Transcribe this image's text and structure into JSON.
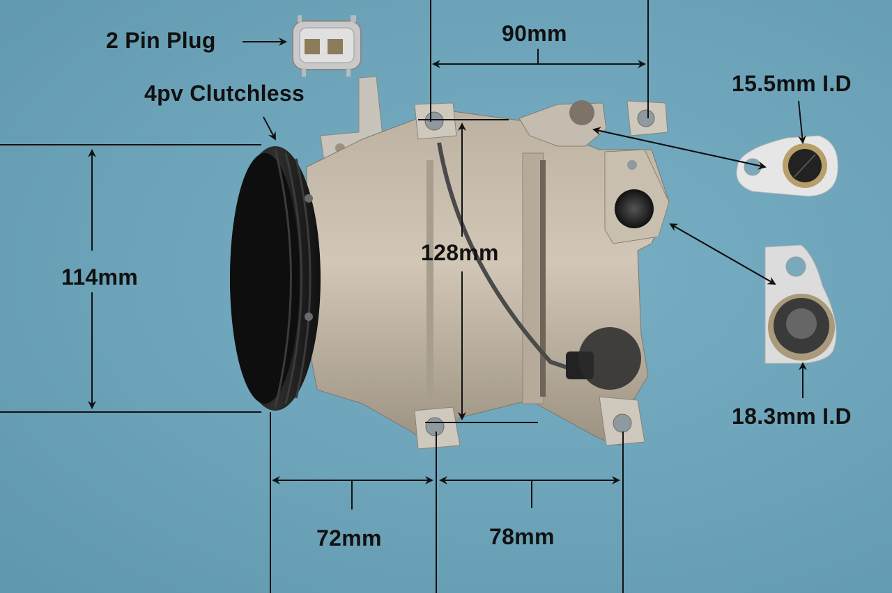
{
  "image": {
    "subject": "Air conditioning compressor with dimension annotations",
    "background_color": "#6ea5bb"
  },
  "annotations": {
    "plug": {
      "label": "2 Pin Plug"
    },
    "pulley": {
      "label": "4pv Clutchless"
    },
    "port_small": {
      "label": "15.5mm I.D"
    },
    "port_large": {
      "label": "18.3mm I.D"
    }
  },
  "dimensions": {
    "height_pulley": "114mm",
    "height_mount": "128mm",
    "top_mount_spacing": "90mm",
    "bottom_left": "72mm",
    "bottom_right": "78mm"
  }
}
